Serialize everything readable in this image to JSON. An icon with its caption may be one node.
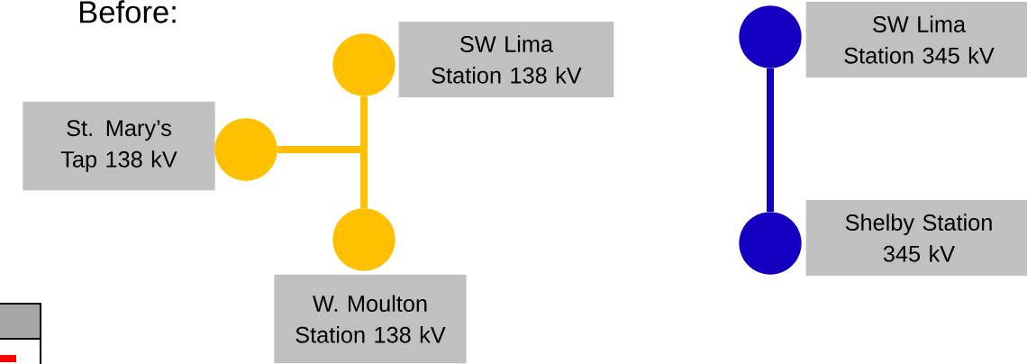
{
  "diagram": {
    "nodes": [
      {
        "text": [
          "SW Lima Station 138 kV"
        ]
      },
      {
        "text": [],
        "shape": "circle"
      },
      {
        "text": [
          "St. Mary’s Tap 138 kV"
        ]
      },
      {
        "text": [],
        "shape": "circle"
      },
      {
        "text": [],
        "shape": "circle"
      },
      {
        "text": [
          "W. Moulton Station 138 kV"
        ]
      },
      {
        "text": [],
        "shape": "circle"
      },
      {
        "text": [
          "SW Lima Station 345 kV"
        ]
      },
      {
        "text": [],
        "shape": "circle"
      },
      {
        "text": [
          "Shelby Station 345 kV"
        ]
      }
    ],
    "edges": [
      {
        "from": 3,
        "to": 1,
        "arrow": "none"
      },
      {
        "from": 3,
        "to": 4,
        "arrow": "none"
      },
      {
        "from": 6,
        "to": 8,
        "arrow": "none",
        "color": "#1400c0"
      }
    ],
    "labels": [
      "Before:"
    ]
  }
}
